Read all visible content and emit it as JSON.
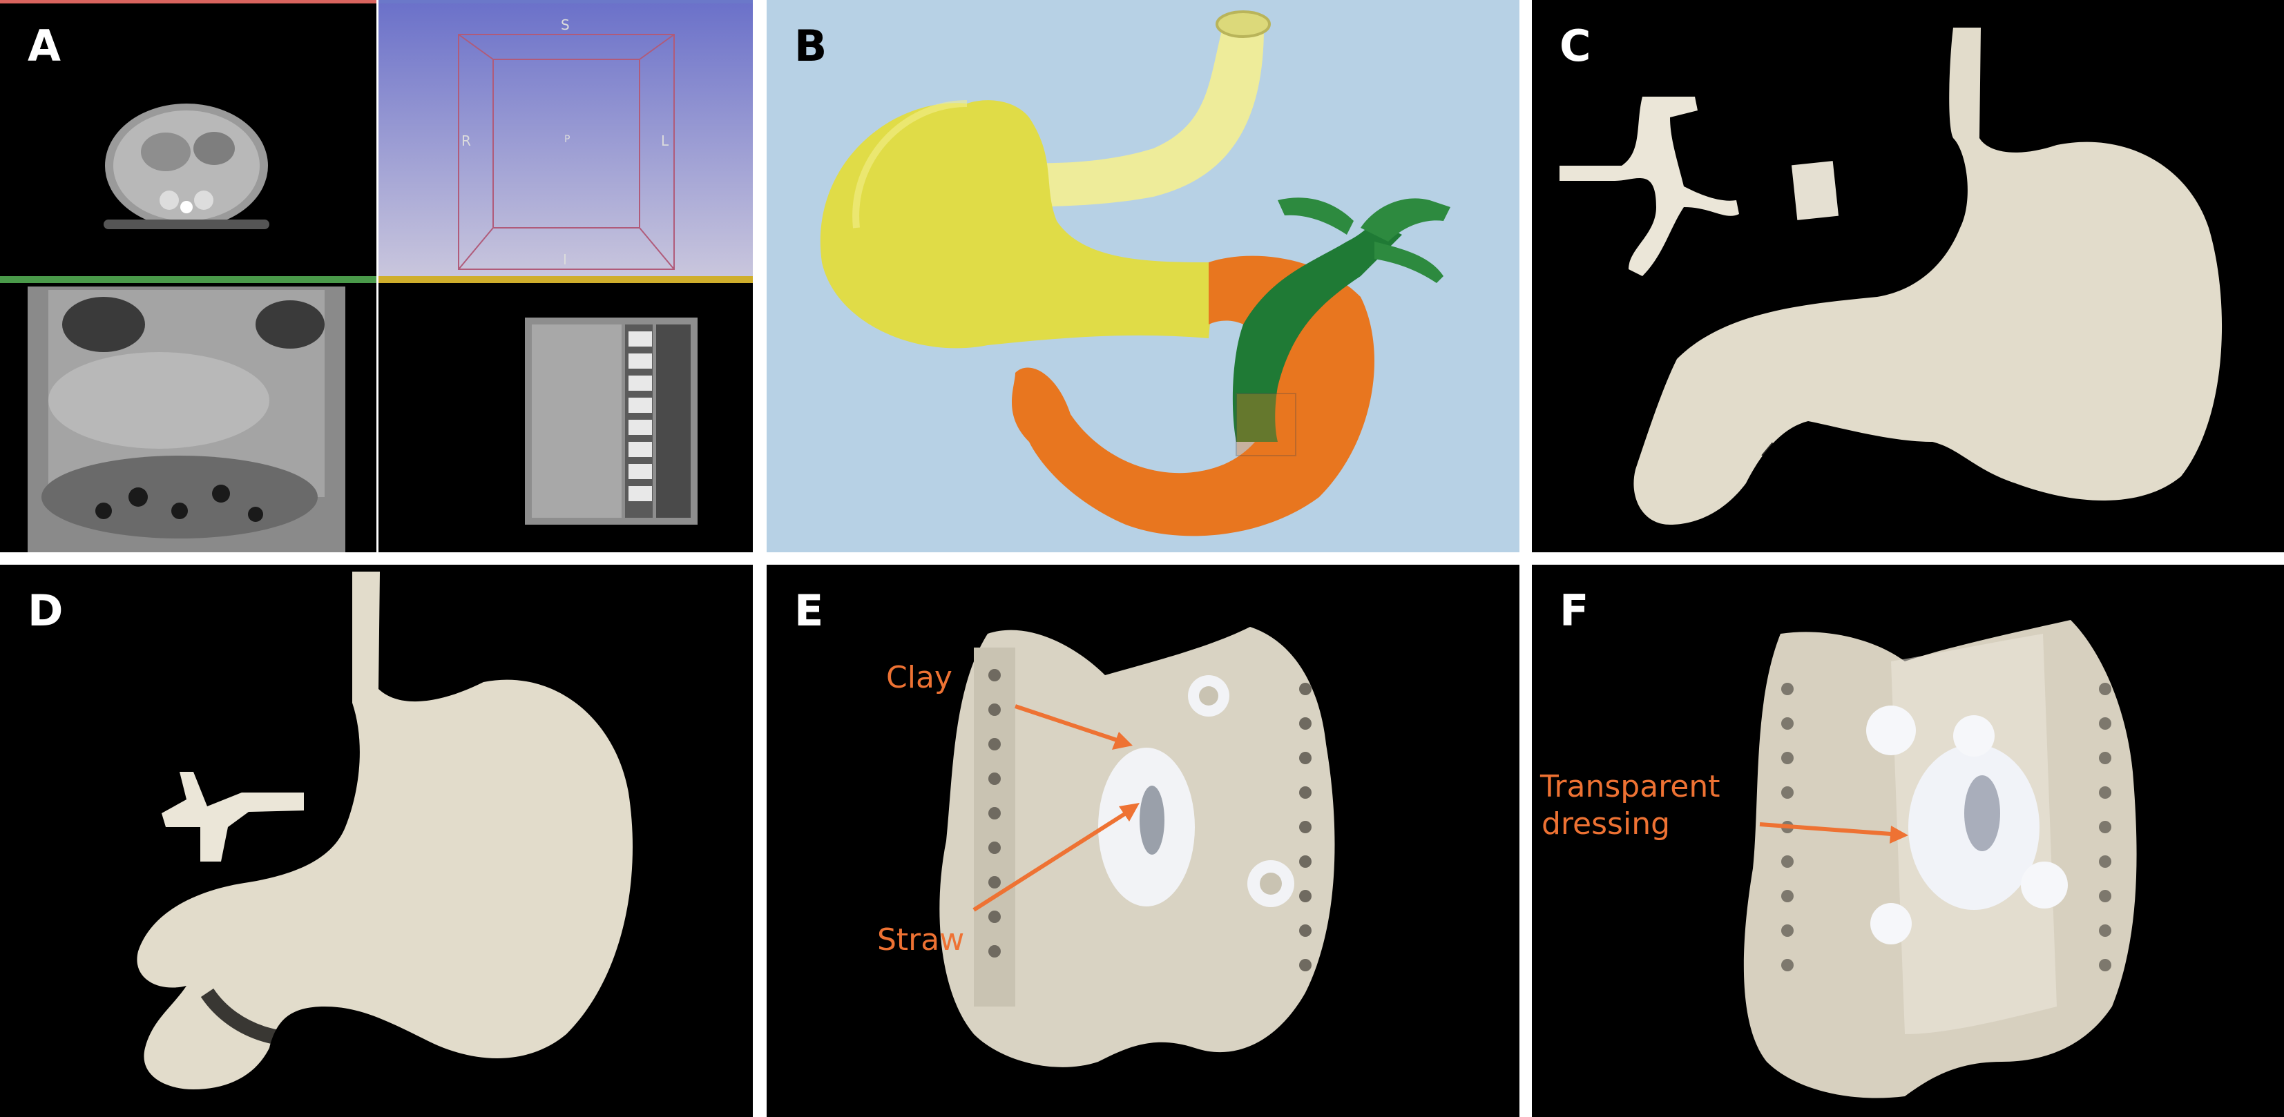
{
  "panels": {
    "a": {
      "label": "A",
      "axis": {
        "superior": "S",
        "right": "R",
        "posterior": "P",
        "left": "L",
        "inferior": "I"
      }
    },
    "b": {
      "label": "B"
    },
    "c": {
      "label": "C"
    },
    "d": {
      "label": "D"
    },
    "e": {
      "label": "E",
      "clay": "Clay",
      "straw": "Straw"
    },
    "f": {
      "label": "F",
      "dressing_line1": "Transparent",
      "dressing_line2": "dressing"
    }
  },
  "colors": {
    "background": "#000000",
    "sky": "#b7d1e5",
    "stomach_yellow": "#e0dc47",
    "esophagus_yellow": "#eeec9a",
    "pancreas_orange": "#e8761f",
    "vessel_green": "#1f7a35",
    "annotation_orange": "#ee7233",
    "model_white": "#e3ddcc"
  },
  "icons": [
    "arrow-icon"
  ]
}
